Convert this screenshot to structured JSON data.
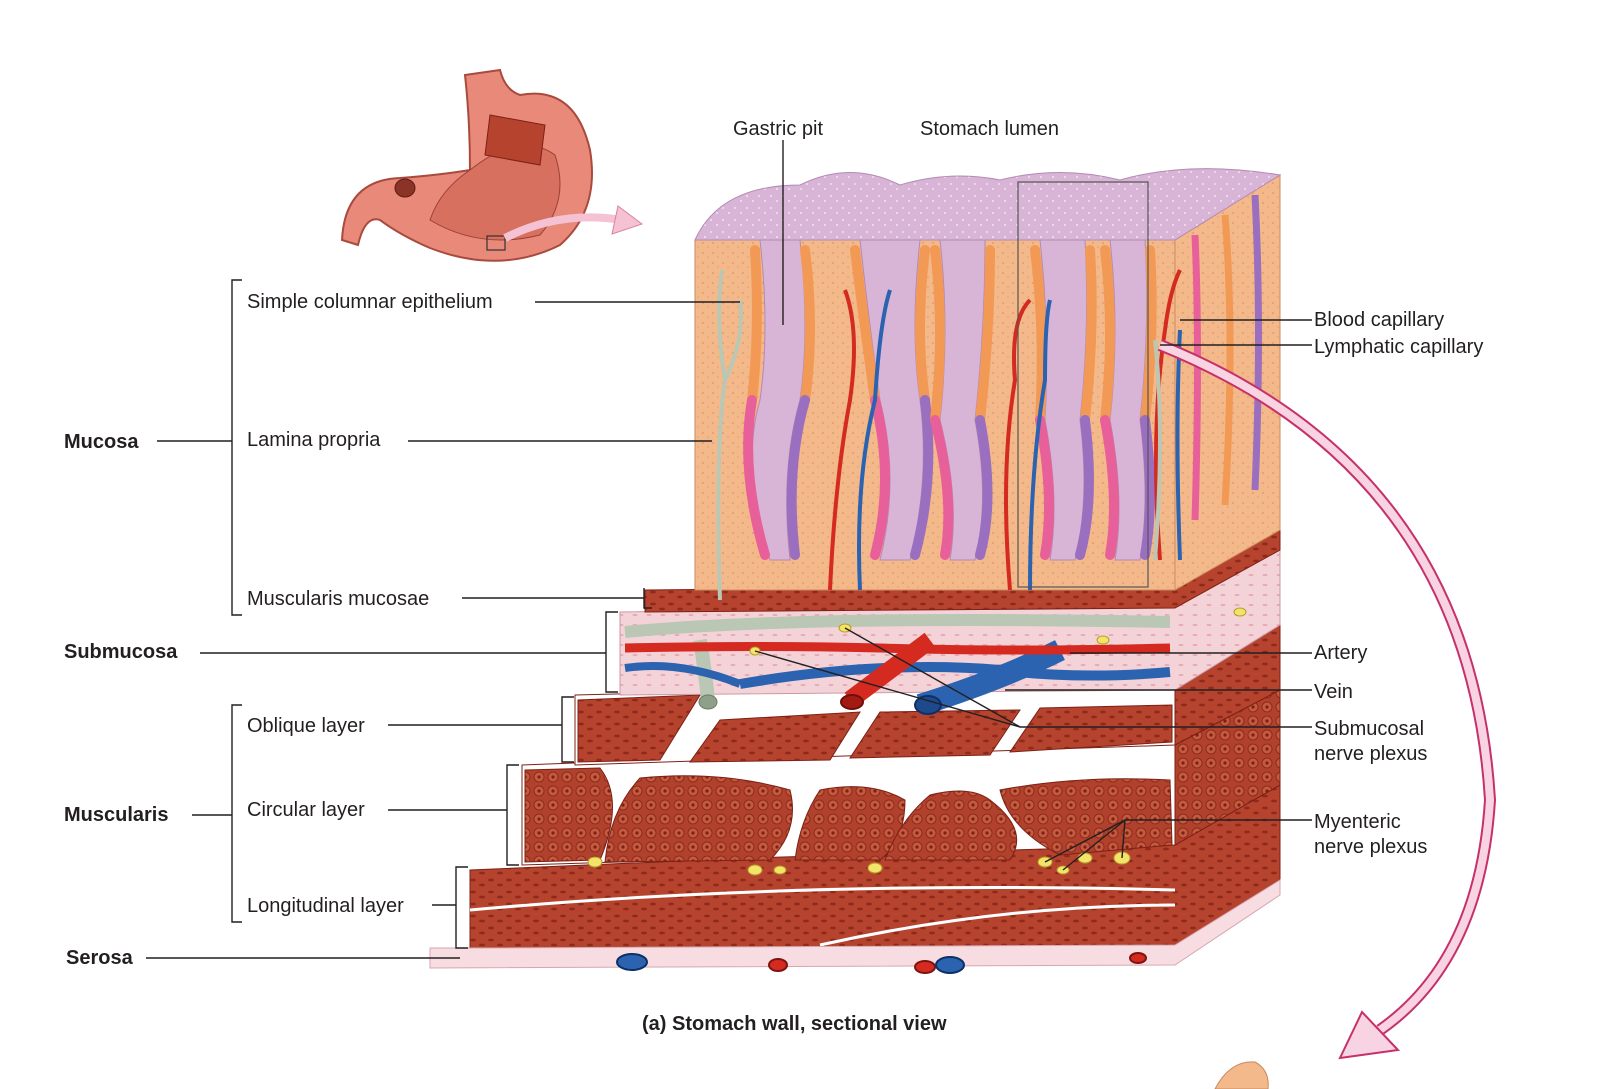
{
  "labels": {
    "gastric_pit": "Gastric pit",
    "stomach_lumen": "Stomach lumen",
    "simple_columnar_epithelium": "Simple columnar epithelium",
    "lamina_propria": "Lamina propria",
    "muscularis_mucosae": "Muscularis mucosae",
    "mucosa": "Mucosa",
    "submucosa": "Submucosa",
    "oblique_layer": "Oblique layer",
    "circular_layer": "Circular layer",
    "longitudinal_layer": "Longitudinal layer",
    "muscularis": "Muscularis",
    "serosa": "Serosa",
    "blood_capillary": "Blood capillary",
    "lymphatic_capillary": "Lymphatic capillary",
    "artery": "Artery",
    "vein": "Vein",
    "submucosal_nerve_plexus": "Submucosal\nnerve plexus",
    "myenteric_nerve_plexus": "Myenteric\nnerve plexus"
  },
  "caption": "(a) Stomach wall, sectional view",
  "colors": {
    "muscle": "#b5432e",
    "muscle_dark": "#8e2a1c",
    "mucosa_tissue": "#f3b98a",
    "lumen_surface": "#d9b6d8",
    "epithelium_pink": "#e8609a",
    "epithelium_purple": "#9a6fc0",
    "artery": "#d42a1f",
    "vein": "#2c63b0",
    "lymphatic": "#b9c7b4",
    "nerve": "#f2e36a",
    "submucosa": "#f4d3d8",
    "serosa": "#f7dde2",
    "arrow": "#c6316a"
  }
}
